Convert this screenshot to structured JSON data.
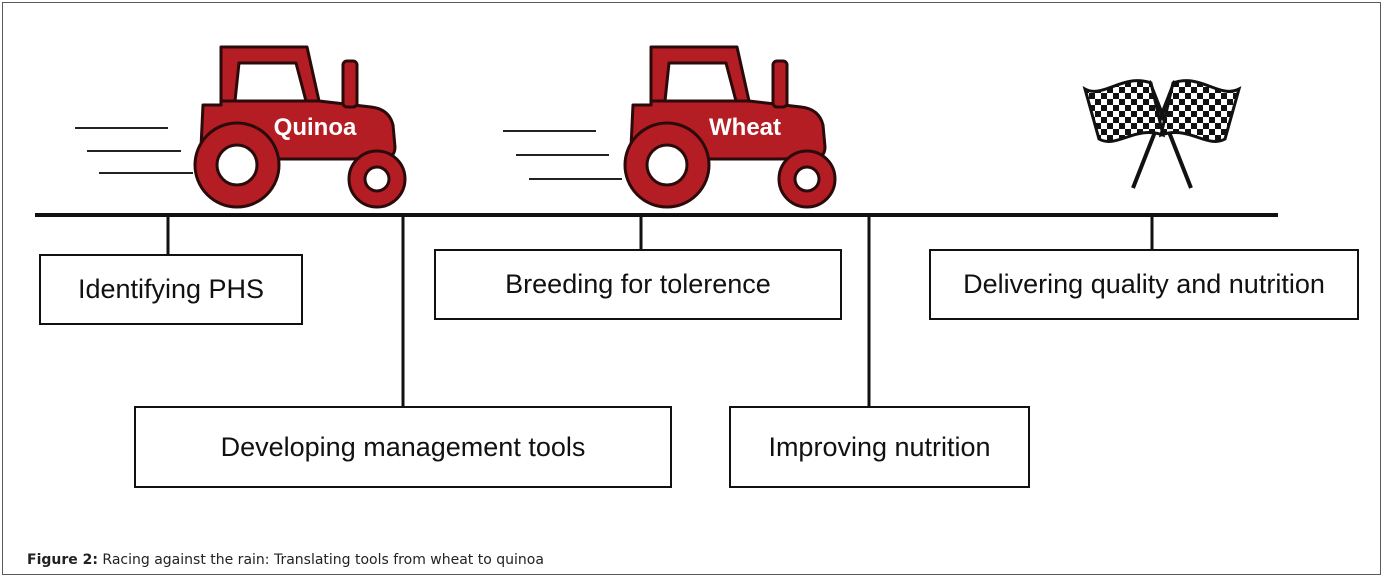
{
  "tractors": [
    {
      "label": "Quinoa"
    },
    {
      "label": "Wheat"
    }
  ],
  "icons": {
    "vehicle": "tractor-icon",
    "finish": "checkered-flags-icon"
  },
  "milestones": [
    {
      "label": "Identifying PHS"
    },
    {
      "label": "Developing management tools"
    },
    {
      "label": "Breeding for tolerence"
    },
    {
      "label": "Improving nutrition"
    },
    {
      "label": "Delivering quality and nutrition"
    }
  ],
  "caption": {
    "label": "Figure 2:",
    "text": "Racing against the rain: Translating tools from wheat to quinoa"
  },
  "colors": {
    "tractor": "#b51d24",
    "line": "#111111"
  }
}
